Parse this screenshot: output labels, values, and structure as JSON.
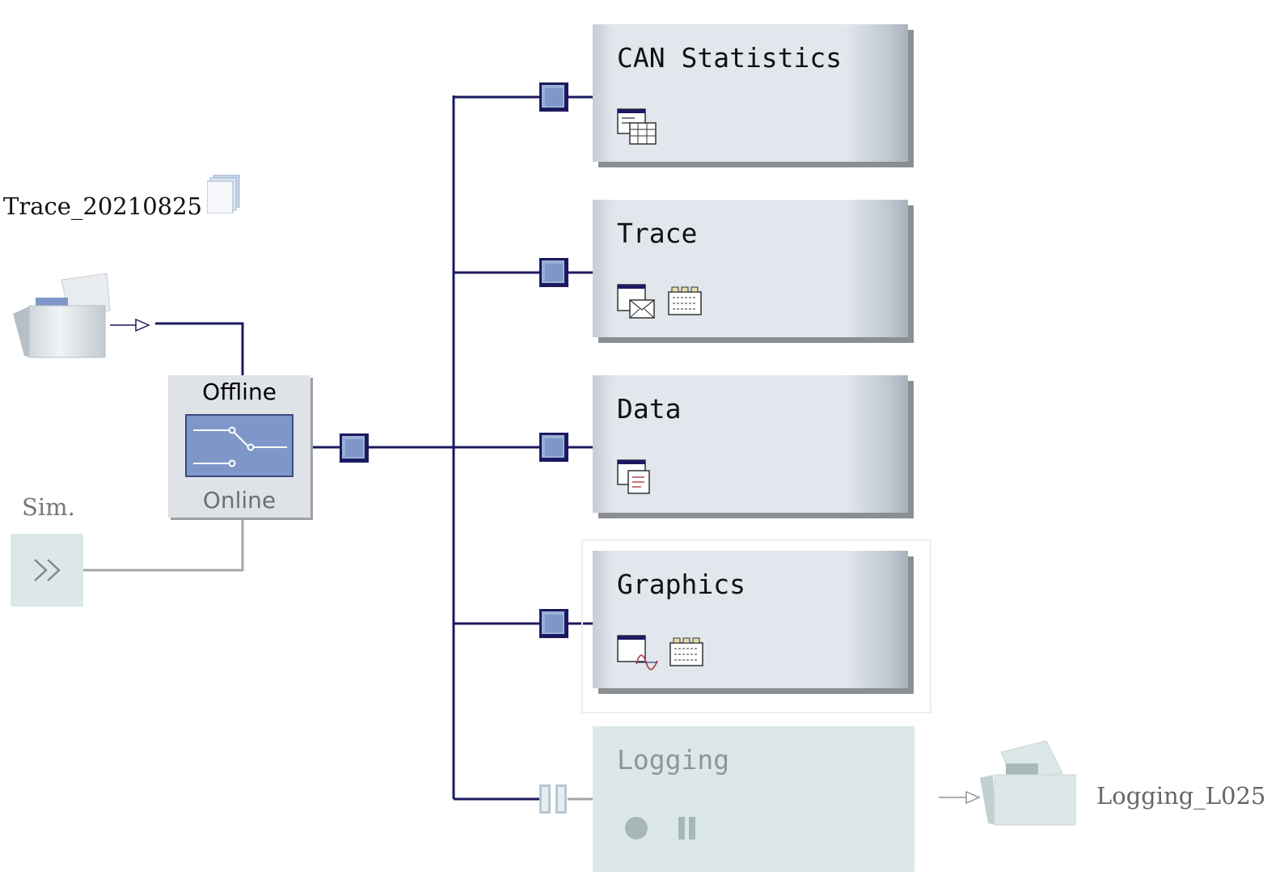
{
  "source": {
    "name": "Trace_20210825",
    "sim_label": "Sim.",
    "sim_icon": "fast-forward-icon",
    "file_icon": "folder-icon",
    "copy_icon": "copy-pages-icon"
  },
  "switch": {
    "offline_label": "Offline",
    "online_label": "Online",
    "mode": "offline"
  },
  "blocks": [
    {
      "title": "CAN Statistics",
      "icons": [
        "statistics-table-icon"
      ]
    },
    {
      "title": "Trace",
      "icons": [
        "trace-message-icon",
        "configuration-icon"
      ]
    },
    {
      "title": "Data",
      "icons": [
        "data-window-icon"
      ]
    },
    {
      "title": "Graphics",
      "icons": [
        "graphics-wave-icon",
        "configuration-icon"
      ]
    }
  ],
  "logging": {
    "title": "Logging",
    "icons": [
      "record-icon",
      "pause-icon"
    ],
    "file_label": "Logging_L025",
    "enabled": false
  },
  "colors": {
    "wire": "#1b1a5e",
    "node": "#7f97c8",
    "block_bg": "#e2e7ed",
    "inactive_bg": "#dce8e8",
    "switch_bg": "#7f97c8"
  }
}
